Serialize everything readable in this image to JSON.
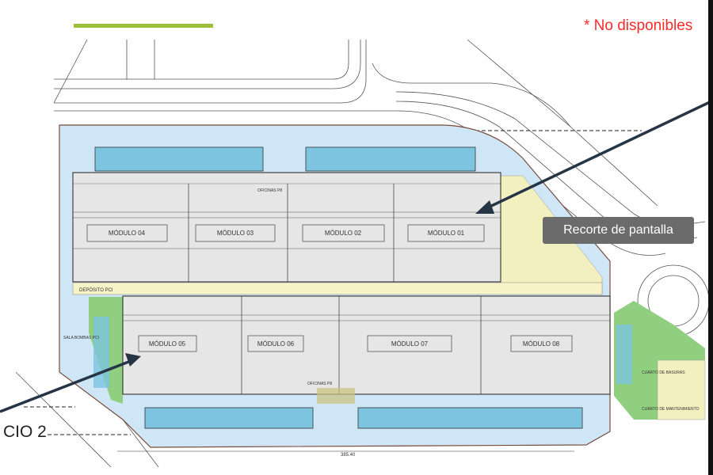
{
  "legend": {
    "not_available": "* No disponibles"
  },
  "tooltip": {
    "text": "Recorte de pantalla"
  },
  "section_label": "CIO 2",
  "plan": {
    "modules_top": [
      "MÓDULO 04",
      "MÓDULO 03",
      "MÓDULO 02",
      "MÓDULO 01"
    ],
    "modules_bottom": [
      "MÓDULO 05",
      "MÓDULO 06",
      "MÓDULO 07",
      "MÓDULO 08"
    ],
    "deposito": "DEPÓSITO PCI",
    "sala_bombas": "SALA BOMBAS PCI",
    "cuarto_basuras": "CUARTO DE BASURAS",
    "cuarto_mantenimiento": "CUARTO DE MANTENIMIENTO",
    "oficinas_top": "OFICINAS P8",
    "oficinas_bottom": "OFICINAS P8",
    "total_dimension": "385.40"
  },
  "colors": {
    "accent": "#9dc03a",
    "warning": "#ff2a2a",
    "yard": "#7cc4e0",
    "site": "#cfe6f7",
    "building": "#e6e6e6",
    "green_area": "#8fcf7f",
    "parking": "#f3f0c0"
  }
}
